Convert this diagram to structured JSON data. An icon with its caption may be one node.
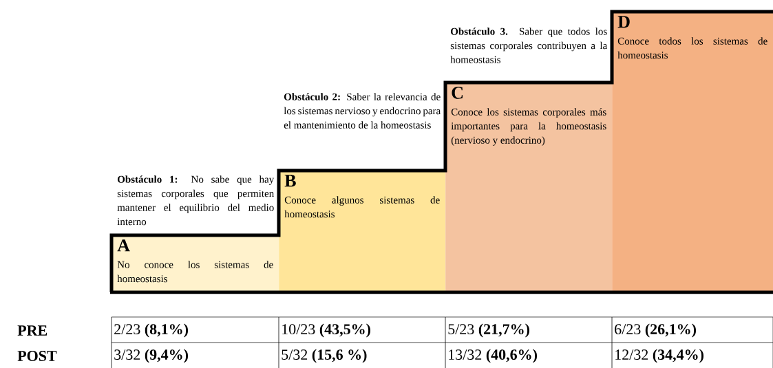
{
  "diagram": {
    "nodes": [
      {
        "text": [
          "A",
          "No conoce los sistemas de homeostasis"
        ]
      },
      {
        "text": [
          "B",
          "Conoce algunos sistemas de homeostasis"
        ]
      },
      {
        "text": [
          "C",
          "Conoce los sistemas corporales más importantes para la homeostasis (nervioso y endocrino)"
        ]
      },
      {
        "text": [
          "D",
          "Conoce todos los sistemas de homeostasis"
        ]
      }
    ],
    "labels": [
      "**Obstáculo 3.** Saber que todos los sistemas corporales contribuyen a la homeostasis",
      "**Obstáculo 2:** Saber la relevancia de los sistemas nervioso y endocrino para el mantenimiento de la homeostasis",
      "**Obstáculo 1:** No sabe que hay sistemas corporales que permiten mantener el equilibrio del medio interno",
      "PRE",
      "2/23 **(8,1%)**",
      "10/23 **(43,5%)**",
      "5/23 **(21,7%)**",
      "6/23 **(26,1%)**",
      "POST",
      "3/32 **(9,4%)**",
      "5/32 **(15,6 %)**",
      "13/32 **(40,6%)**",
      "12/32 **(34,4%)**"
    ]
  }
}
